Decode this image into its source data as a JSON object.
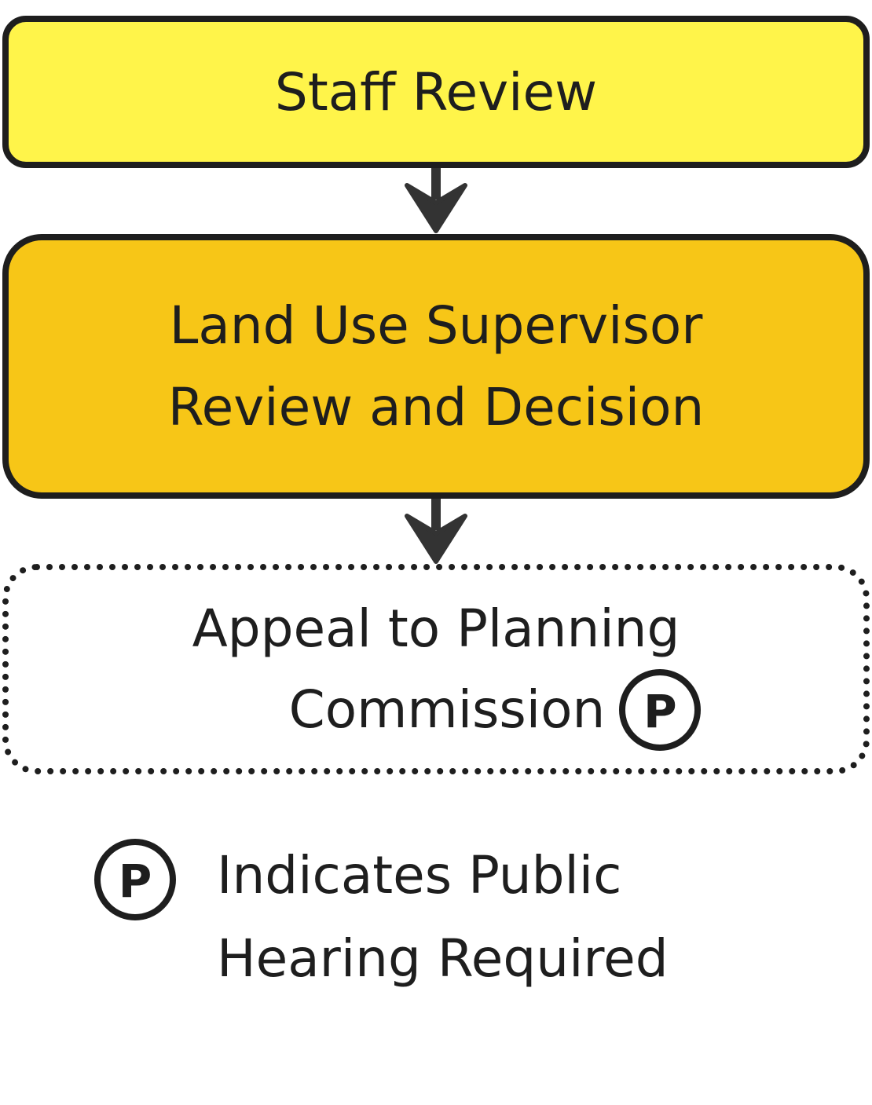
{
  "nodes": {
    "staff_review": {
      "label": "Staff Review"
    },
    "supervisor": {
      "line1": "Land Use Supervisor",
      "line2": "Review and Decision"
    },
    "appeal": {
      "line1": "Appeal to Planning",
      "line2": "Commission",
      "badge": "P"
    }
  },
  "legend": {
    "badge": "P",
    "line1": "Indicates Public",
    "line2": "Hearing Required"
  },
  "colors": {
    "staff_review_fill": "#fff44a",
    "supervisor_fill": "#f7c617",
    "stroke": "#1e1e1e",
    "appeal_fill": "#ffffff"
  },
  "edges": [
    {
      "from": "staff_review",
      "to": "supervisor"
    },
    {
      "from": "supervisor",
      "to": "appeal"
    }
  ]
}
